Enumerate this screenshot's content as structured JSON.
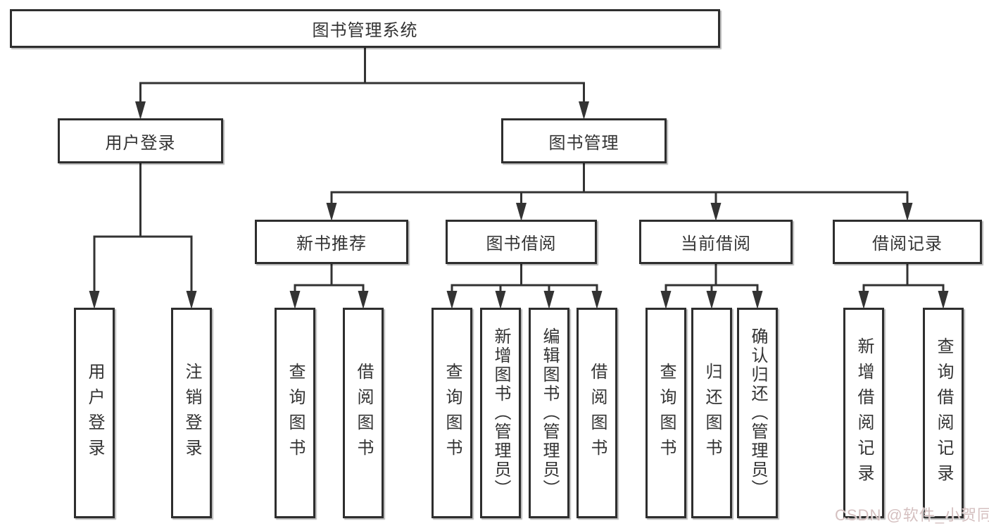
{
  "root": {
    "label": "图书管理系统"
  },
  "branches": [
    {
      "label": "用户登录",
      "children": [
        {
          "label": "用户登录"
        },
        {
          "label": "注销登录"
        }
      ]
    },
    {
      "label": "图书管理",
      "children": [
        {
          "label": "新书推荐",
          "children": [
            {
              "label": "查询图书"
            },
            {
              "label": "借阅图书"
            }
          ]
        },
        {
          "label": "图书借阅",
          "children": [
            {
              "label": "查询图书"
            },
            {
              "label": "新增图书（管理员）"
            },
            {
              "label": "编辑图书（管理员）"
            },
            {
              "label": "借阅图书"
            }
          ]
        },
        {
          "label": "当前借阅",
          "children": [
            {
              "label": "查询图书"
            },
            {
              "label": "归还图书"
            },
            {
              "label": "确认归还（管理员）"
            }
          ]
        },
        {
          "label": "借阅记录",
          "children": [
            {
              "label": "新增借阅记录"
            },
            {
              "label": "查询借阅记录"
            }
          ]
        }
      ]
    }
  ],
  "watermark": "CSDN @软件_小贺同学",
  "colors": {
    "line": "#333333",
    "box_border": "#2e2e2e",
    "text": "#333333",
    "watermark": "#d5c0c0",
    "background": "#ffffff"
  }
}
